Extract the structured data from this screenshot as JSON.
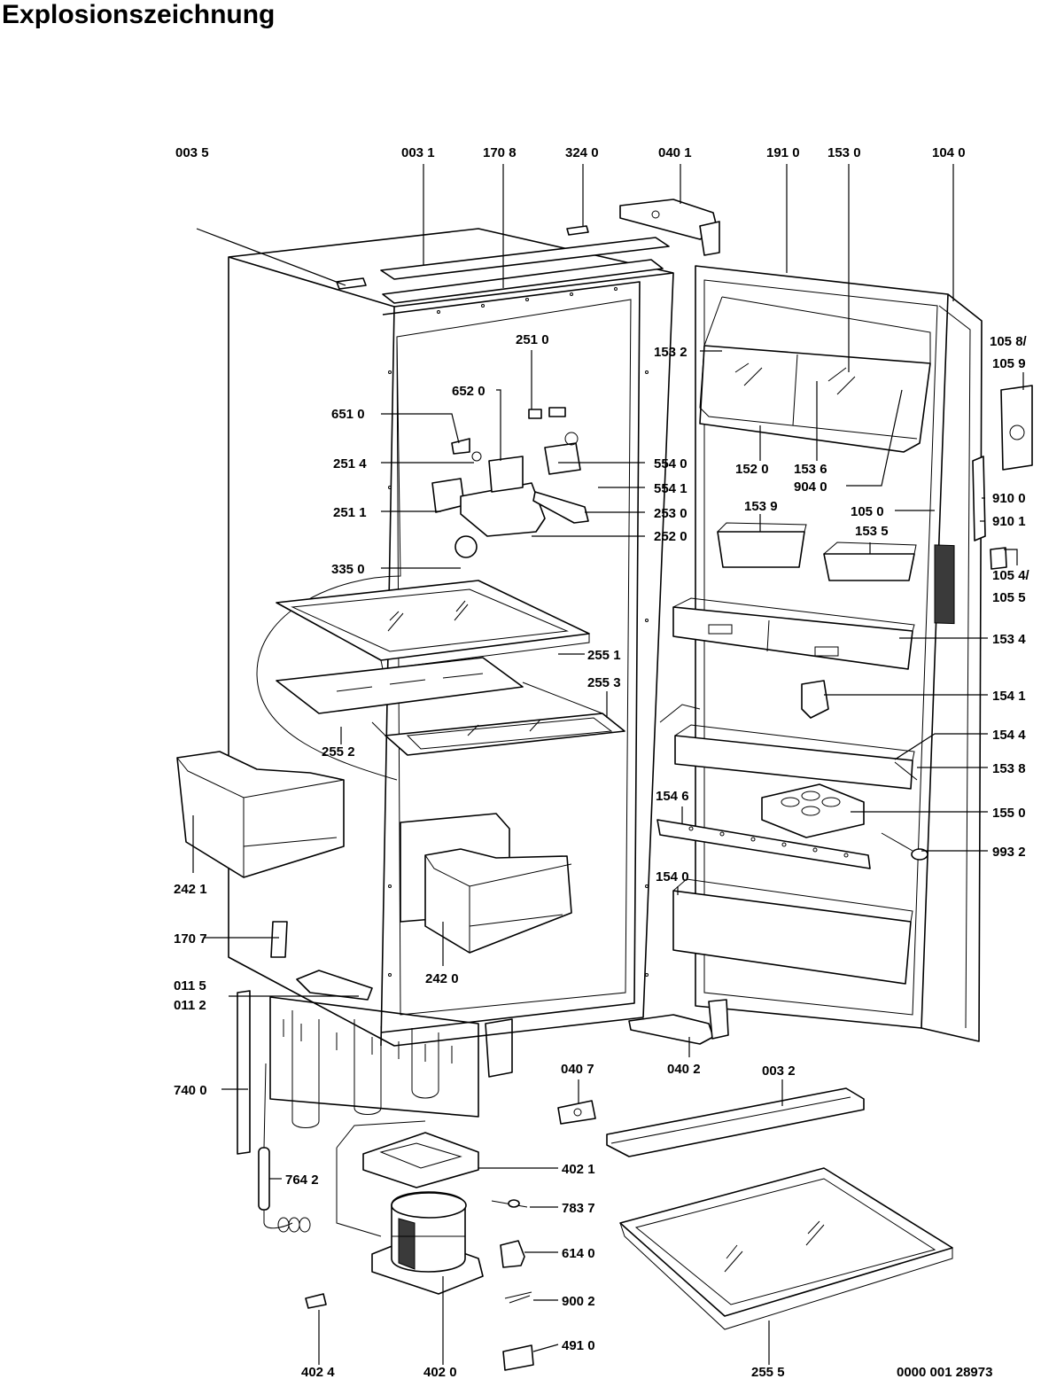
{
  "title": "Explosionszeichnung",
  "doc_number": "0000 001 28973",
  "labels": {
    "p0035": "003 5",
    "p0031": "003 1",
    "p1708": "170 8",
    "p3240": "324 0",
    "p0401": "040 1",
    "p1910": "191 0",
    "p1530": "153 0",
    "p1040": "104 0",
    "p1058": "105 8/",
    "p1059": "105 9",
    "p2510": "251 0",
    "p6520": "652 0",
    "p6510": "651 0",
    "p2514": "251 4",
    "p5540": "554 0",
    "p5541": "554 1",
    "p2511": "251 1",
    "p2530": "253 0",
    "p2520": "252 0",
    "p3350": "335 0",
    "p1532": "153 2",
    "p1520": "152 0",
    "p1536": "153 6",
    "p9040": "904 0",
    "p9100": "910 0",
    "p9101": "910 1",
    "p1050": "105 0",
    "p1539": "153 9",
    "p1535": "153 5",
    "p1054": "105 4/",
    "p1055": "105 5",
    "p2551": "255 1",
    "p2553": "255 3",
    "p2552": "255 2",
    "p1534": "153 4",
    "p1541": "154 1",
    "p1544": "154 4",
    "p1538": "153 8",
    "p1546": "154 6",
    "p1550": "155 0",
    "p9932": "993 2",
    "p1540": "154 0",
    "p2421": "242 1",
    "p1707": "170 7",
    "p2420": "242 0",
    "p0115": "011 5",
    "p0112": "011 2",
    "p0402": "040 2",
    "p0407": "040 7",
    "p0032": "003 2",
    "p7400": "740 0",
    "p7642": "764 2",
    "p4021": "402 1",
    "p7837": "783 7",
    "p6140": "614 0",
    "p9002": "900 2",
    "p4910": "491 0",
    "p4024": "402 4",
    "p4020": "402 0",
    "p2555": "255 5"
  }
}
